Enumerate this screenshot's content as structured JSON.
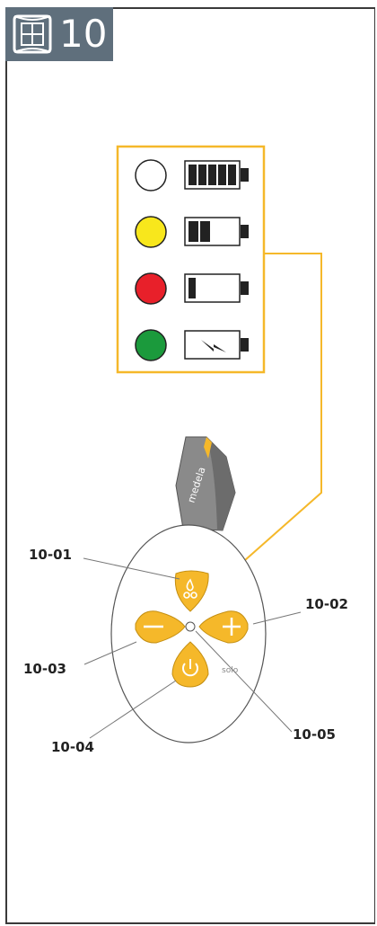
{
  "chapter": {
    "number": "10"
  },
  "legend": {
    "rows": [
      {
        "led_color": "#ffffff",
        "led_icon": "led-white-icon",
        "battery_bars": 5,
        "battery_icon": "battery-full-icon"
      },
      {
        "led_color": "#f8e71c",
        "led_icon": "led-yellow-icon",
        "battery_bars": 2,
        "battery_icon": "battery-medium-icon"
      },
      {
        "led_color": "#e8202a",
        "led_icon": "led-red-icon",
        "battery_bars": 1,
        "battery_icon": "battery-low-icon"
      },
      {
        "led_color": "#1b9a3c",
        "led_icon": "led-green-icon",
        "battery_bars": 0,
        "battery_icon": "battery-charging-icon"
      }
    ]
  },
  "device": {
    "brand": "medela",
    "model": "solo",
    "accent_color": "#f5b82a"
  },
  "callouts": {
    "c1": "10-01",
    "c2": "10-02",
    "c3": "10-03",
    "c4": "10-04",
    "c5": "10-05"
  }
}
